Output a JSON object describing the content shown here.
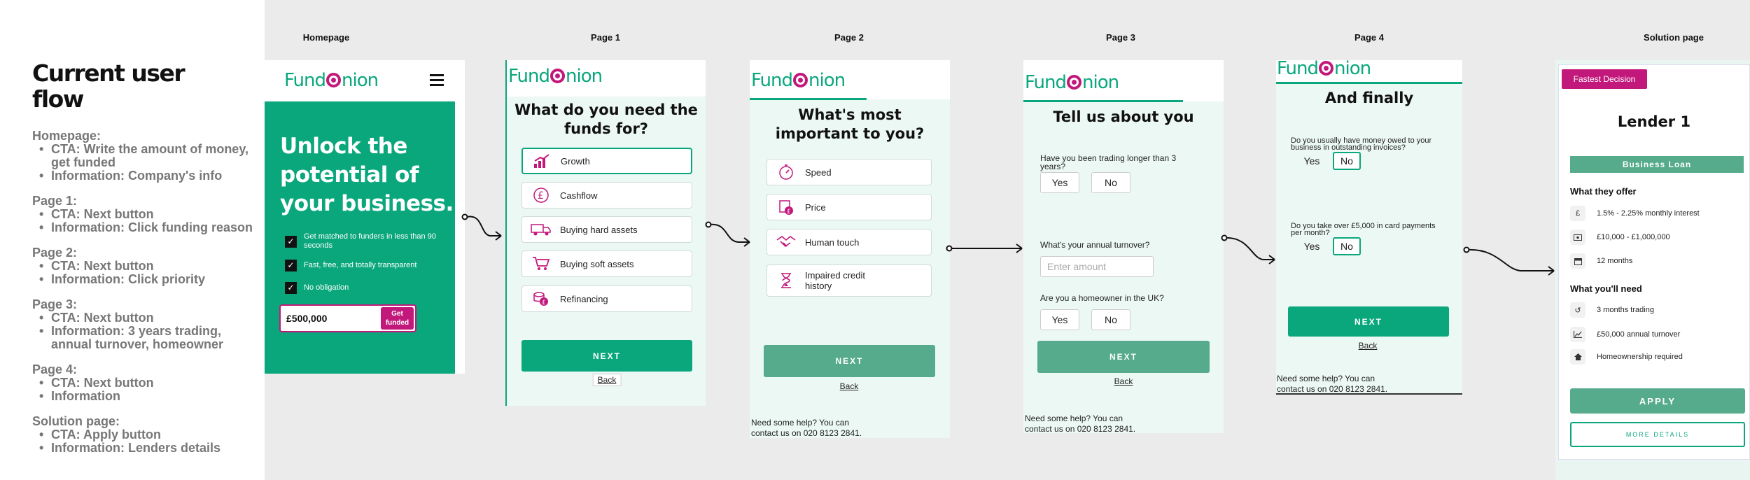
{
  "left": {
    "title_line1": "Current user",
    "title_line2": "flow",
    "sections": [
      {
        "heading": "Homepage:",
        "items": [
          "CTA: Write the amount of money, get funded",
          "Information: Company's info"
        ]
      },
      {
        "heading": "Page 1:",
        "items": [
          "CTA: Next button",
          "Information: Click funding reason"
        ]
      },
      {
        "heading": "Page 2:",
        "items": [
          "CTA: Next button",
          "Information: Click priority"
        ]
      },
      {
        "heading": "Page 3:",
        "items": [
          "CTA: Next button",
          "Information: 3 years trading, annual turnover, homeowner"
        ]
      },
      {
        "heading": "Page 4:",
        "items": [
          "CTA: Next button",
          "Information"
        ]
      },
      {
        "heading": "Solution page:",
        "items": [
          "CTA: Apply button",
          "Information: Lenders details"
        ]
      }
    ]
  },
  "labels": {
    "homepage": "Homepage",
    "page1": "Page 1",
    "page2": "Page 2",
    "page3": "Page 3",
    "page4": "Page 4",
    "solution": "Solution page"
  },
  "brand": {
    "part1": "Fund",
    "part2": "nion",
    "green": "#0aa77d",
    "magenta": "#c2187b",
    "muted_green": "#56ab8d"
  },
  "homepage": {
    "hero_l1": "Unlock the",
    "hero_l2": "potential of",
    "hero_l3": "your business.",
    "features": [
      "Get matched to funders in less than 90 seconds",
      "Fast, free, and totally transparent",
      "No obligation"
    ],
    "amount": "£500,000",
    "cta_l1": "Get",
    "cta_l2": "funded"
  },
  "page1": {
    "title_l1": "What do you need the",
    "title_l2": "funds for?",
    "options": [
      {
        "label": "Growth",
        "icon": "growth-chart-icon"
      },
      {
        "label": "Cashflow",
        "icon": "pound-cycle-icon"
      },
      {
        "label": "Buying hard assets",
        "icon": "truck-icon"
      },
      {
        "label": "Buying soft assets",
        "icon": "shopping-cart-icon"
      },
      {
        "label": "Refinancing",
        "icon": "coins-icon"
      }
    ],
    "next": "NEXT",
    "back": "Back"
  },
  "page2": {
    "title_l1": "What's most",
    "title_l2": "important to you?",
    "options": [
      {
        "label": "Speed",
        "icon": "stopwatch-icon"
      },
      {
        "label": "Price",
        "icon": "price-tag-icon"
      },
      {
        "label": "Human touch",
        "icon": "handshake-icon"
      },
      {
        "label_l1": "Impaired credit",
        "label_l2": "history",
        "icon": "hourglass-icon"
      }
    ],
    "next": "NEXT",
    "back": "Back",
    "help_l1": "Need some help? You can",
    "help_l2": "contact us on 020 8123 2841."
  },
  "page3": {
    "title": "Tell us about you",
    "q1_l1": "Have you been trading longer than 3",
    "q1_l2": "years?",
    "q2": "What's your annual turnover?",
    "placeholder": "Enter amount",
    "q3": "Are you a homeowner in the UK?",
    "yes": "Yes",
    "no": "No",
    "next": "NEXT",
    "back": "Back",
    "help_l1": "Need some help? You can",
    "help_l2": "contact us on 020 8123 2841."
  },
  "page4": {
    "title": "And finally",
    "q1_l1": "Do you usually have money owed to your",
    "q1_l2": "business in outstanding invoices?",
    "q2_l1": "Do you take over £5,000 in card payments",
    "q2_l2": "per month?",
    "yes": "Yes",
    "no": "No",
    "next": "NEXT",
    "back": "Back",
    "help_l1": "Need some help? You can",
    "help_l2": "contact us on 020 8123 2841."
  },
  "solution": {
    "badge": "Fastest Decision",
    "lender": "Lender 1",
    "product": "Business Loan",
    "offer_heading": "What they offer",
    "offers": [
      {
        "text": "1.5% - 2.25% monthly interest",
        "icon": "pound-icon"
      },
      {
        "text": "£10,000 - £1,000,000",
        "icon": "banknote-icon"
      },
      {
        "text": "12 months",
        "icon": "calendar-icon"
      }
    ],
    "need_heading": "What you'll need",
    "needs": [
      {
        "text": "3 months trading",
        "icon": "history-icon"
      },
      {
        "text": "£50,000 annual turnover",
        "icon": "trend-chart-icon"
      },
      {
        "text": "Homeownership required",
        "icon": "home-icon"
      }
    ],
    "apply": "APPLY",
    "more": "MORE DETAILS"
  }
}
